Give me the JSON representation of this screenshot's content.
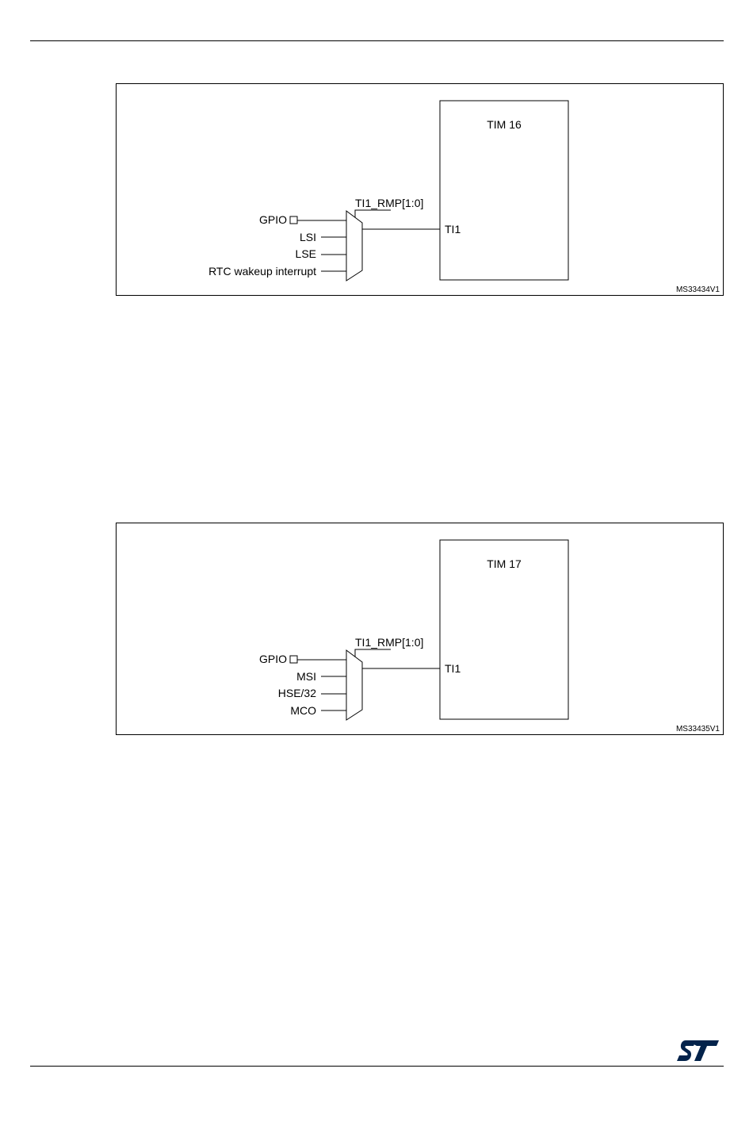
{
  "figures": [
    {
      "timer_label": "TIM 16",
      "timer_input_label": "TI1",
      "select_label": "TI1_RMP[1:0]",
      "inputs": [
        "GPIO",
        "LSI",
        "LSE",
        "RTC wakeup interrupt"
      ],
      "figure_id": "MS33434V1"
    },
    {
      "timer_label": "TIM 17",
      "timer_input_label": "TI1",
      "select_label": "TI1_RMP[1:0]",
      "inputs": [
        "GPIO",
        "MSI",
        "HSE/32",
        "MCO"
      ],
      "figure_id": "MS33435V1"
    }
  ],
  "footer": {
    "logo": "st-logo",
    "logo_color": "#03234b"
  }
}
